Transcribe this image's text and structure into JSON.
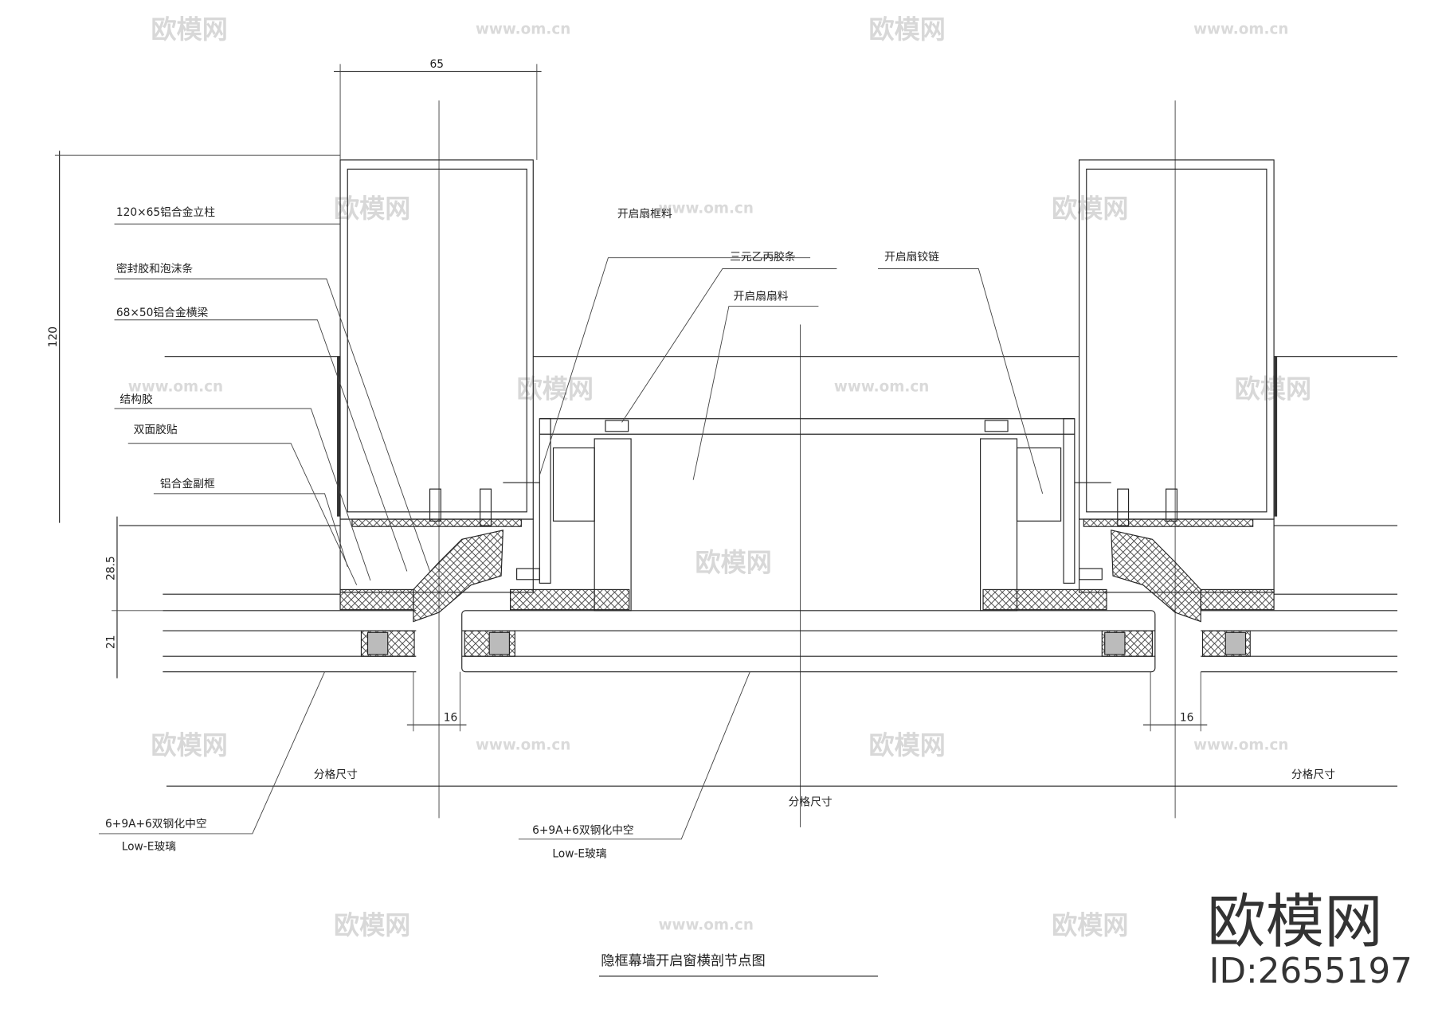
{
  "drawing": {
    "title": "隐框幕墙开启窗横剖节点图",
    "dimensions": {
      "mullion_width": "65",
      "mullion_depth": "120",
      "frame_depth": "28.5",
      "glass_depth": "21",
      "gap_left": "16",
      "gap_right": "16"
    },
    "labels": {
      "mullion": "120×65铝合金立柱",
      "sealant": "密封胶和泡沫条",
      "transom": "68×50铝合金横梁",
      "structural_glue": "结构胶",
      "double_tape": "双面胶贴",
      "sub_frame": "铝合金副框",
      "sash_frame": "开启扇框料",
      "epdm_strip": "三元乙丙胶条",
      "sash_profile": "开启扇扇料",
      "sash_hinge": "开启扇铰链",
      "glass_left_1": "6+9A+6双钢化中空",
      "glass_left_2": "Low-E玻璃",
      "glass_mid_1": "6+9A+6双钢化中空",
      "glass_mid_2": "Low-E玻璃",
      "grid_left": "分格尺寸",
      "grid_mid": "分格尺寸",
      "grid_right": "分格尺寸"
    }
  },
  "watermark": {
    "logo_text": "欧模网",
    "url_text": "www.om.cn",
    "brand": "欧模网",
    "id": "ID:2655197"
  }
}
